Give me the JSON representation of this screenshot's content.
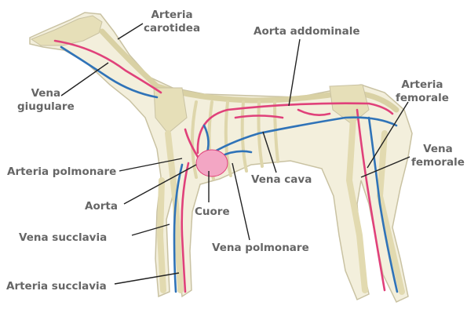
{
  "labels": {
    "arteria_carotidea": [
      "Arteria",
      "carotidea"
    ],
    "aorta_addominale": "Aorta addominale",
    "vena_giugulare": [
      "Vena",
      "giugulare"
    ],
    "arteria_femorale": [
      "Arteria",
      "femorale"
    ],
    "vena_femorale": [
      "Vena",
      "femorale"
    ],
    "arteria_polmonare": "Arteria polmonare",
    "vena_cava": "Vena cava",
    "aorta": "Aorta",
    "cuore": "Cuore",
    "vena_succlavia": "Vena succlavia",
    "vena_polmonare": "Vena polmonare",
    "arteria_succlavia": "Arteria succlavia"
  },
  "colors": {
    "artery": "#e0417a",
    "vein": "#2f73b8",
    "heart": "#f3a6c4",
    "label_text": "#666666",
    "leader_line": "#222222",
    "body_fill": "#f3efdc",
    "body_outline": "#c9c2a2",
    "bone": "#e6dfb8"
  },
  "icons": {
    "figure": "dog-anatomy-illustration"
  }
}
